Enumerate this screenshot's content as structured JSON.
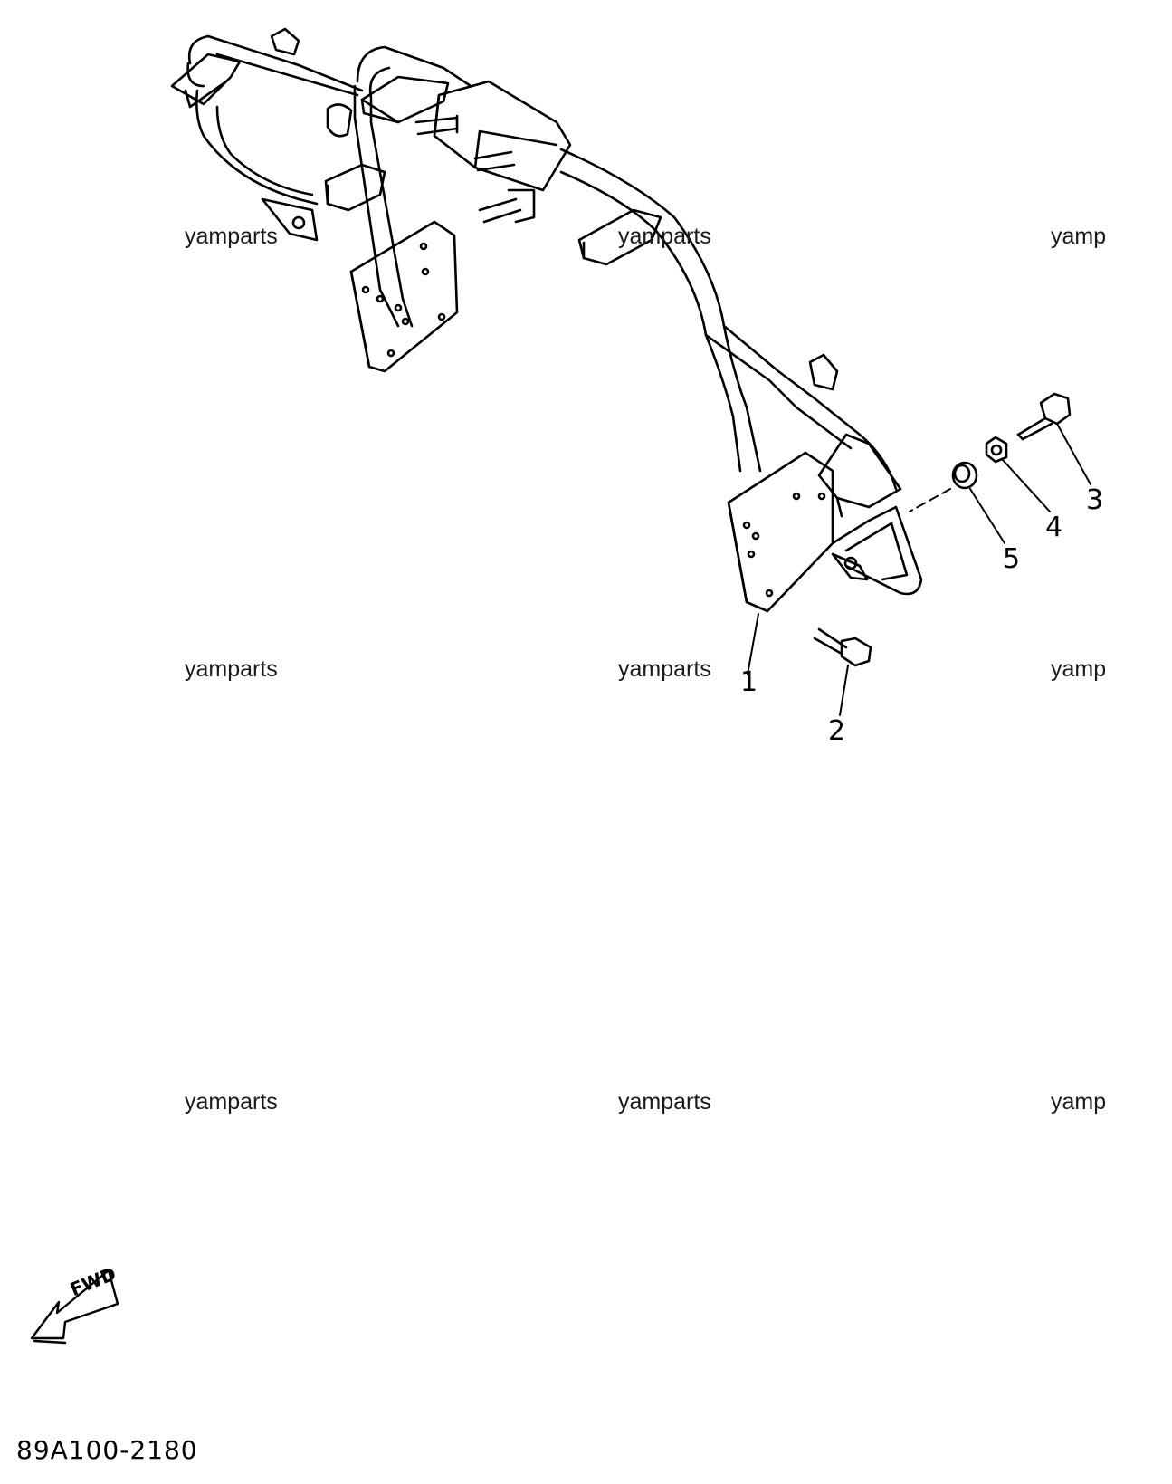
{
  "diagram": {
    "part_code": "89A100-2180",
    "fwd_label": "FWD",
    "watermark": "yamparts",
    "callouts": [
      "1",
      "2",
      "3",
      "4",
      "5"
    ],
    "colors": {
      "line": "#000000",
      "background": "#ffffff"
    }
  }
}
